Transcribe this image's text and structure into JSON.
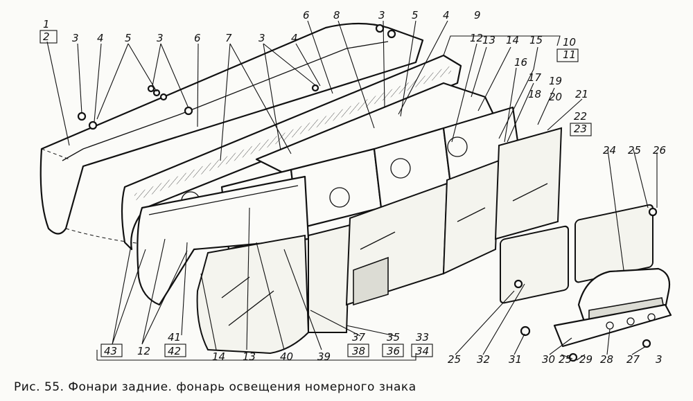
{
  "caption": "Рис. 55. Фонари задние. фонарь освещения номерного знака",
  "callouts": [
    "1",
    "2",
    "3",
    "4",
    "5",
    "3",
    "6",
    "7",
    "3",
    "4",
    "6",
    "8",
    "3",
    "5",
    "4",
    "9",
    "12",
    "13",
    "14",
    "15",
    "10",
    "11",
    "16",
    "17",
    "18",
    "20",
    "19",
    "21",
    "22",
    "23",
    "24",
    "25",
    "26",
    "43",
    "12",
    "41",
    "42",
    "14",
    "13",
    "40",
    "39",
    "37",
    "38",
    "35",
    "36",
    "33",
    "34",
    "25",
    "32",
    "31",
    "30",
    "25",
    "29",
    "28",
    "27",
    "3"
  ]
}
